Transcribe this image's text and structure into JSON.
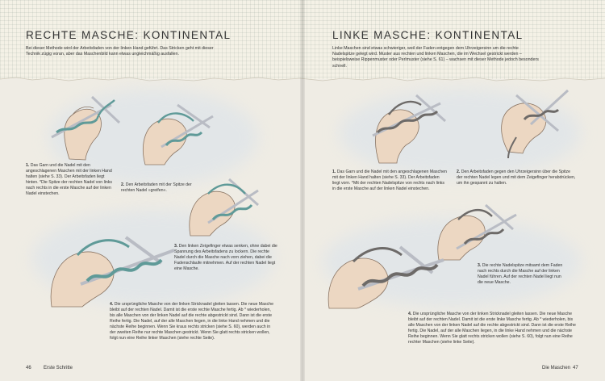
{
  "left_page": {
    "title": "RECHTE MASCHE: KONTINENTAL",
    "intro": "Bei dieser Methode wird der Arbeitsfaden von der linken Hand geführt. Das Stricken geht mit dieser Technik zügig voran, aber das Maschenbild kann etwas ungleichmäßig ausfallen.",
    "steps": [
      {
        "num": "1.",
        "text": "Das Garn und die Nadel mit den angeschlagenen Maschen mit der linken Hand halten (siehe S. 33). Der Arbeitsfaden liegt hinten. *Die Spitze der rechten Nadel von links nach rechts in die erste Masche auf der linken Nadel einstechen."
      },
      {
        "num": "2.",
        "text": "Den Arbeitsfaden mit der Spitze der rechten Nadel »greifen«."
      },
      {
        "num": "3.",
        "text": "Den linken Zeigefinger etwas senken, ohne dabei die Spannung des Arbeitsfadens zu lockern. Die rechte Nadel durch die Masche nach vorn ziehen, dabei die Fadenschlaufe mitnehmen. Auf der rechten Nadel liegt eine Masche."
      },
      {
        "num": "4.",
        "text": "Die ursprüngliche Masche von der linken Stricknadel gleiten lassen. Die neue Masche bleibt auf der rechten Nadel. Damit ist die erste rechte Masche fertig. Ab * wiederholen, bis alle Maschen von der linken Nadel auf die rechte abgestrickt sind. Dann ist die erste Reihe fertig. Die Nadel, auf der alle Maschen liegen, in die linke Hand nehmen und die nächste Reihe beginnen. Wenn Sie kraus rechts stricken (siehe S. 60), werden auch in der zweiten Reihe nur rechte Maschen gestrickt. Wenn Sie glatt rechts stricken wollen, folgt nun eine Reihe linker Maschen (siehe rechte Seite)."
      }
    ],
    "page_number": "46",
    "section": "Erste Schritte"
  },
  "right_page": {
    "title": "LINKE MASCHE: KONTINENTAL",
    "intro": "Linke Maschen sind etwas schwieriger, weil der Faden entgegen dem Uhrzeigersinn um die rechte Nadelspitze gelegt wird. Muster aus rechten und linken Maschen, die im Wechsel gestrickt werden – beispielsweise Rippenmuster oder Perlmuster (siehe S. 61) – wachsen mit dieser Methode jedoch besonders schnell.",
    "steps": [
      {
        "num": "1.",
        "text": "Das Garn und die Nadel mit den angeschlagenen Maschen mit der linken Hand halten (siehe S. 33). Der Arbeitsfaden liegt vorn. *Mit der rechten Nadelspitze von rechts nach links in die erste Masche auf der linken Nadel einstechen."
      },
      {
        "num": "2.",
        "text": "Den Arbeitsfaden gegen den Uhrzeigersinn über die Spitze der rechten Nadel legen und mit dem Zeigefinger herabdrücken, um ihn gespannt zu halten."
      },
      {
        "num": "3.",
        "text": "Die rechte Nadelspitze mitsamt dem Faden nach rechts durch die Masche auf der linken Nadel führen. Auf der rechten Nadel liegt nun die neue Masche."
      },
      {
        "num": "4.",
        "text": "Die ursprüngliche Masche von der linken Stricknadel gleiten lassen. Die neue Masche bleibt auf der rechten Nadel. Damit ist die erste linke Masche fertig. Ab * wiederholen, bis alle Maschen von der linken Nadel auf die rechte abgestrickt sind. Dann ist die erste Reihe fertig. Die Nadel, auf der alle Maschen liegen, in die linke Hand nehmen und die nächste Reihe beginnen. Wenn Sie glatt rechts stricken wollen (siehe S. 60), folgt nun eine Reihe rechter Maschen (siehe linke Seite)."
      }
    ],
    "page_number": "47",
    "section": "Die Maschen"
  },
  "colors": {
    "teal_yarn": "#5f9a98",
    "gray_yarn": "#6d6a68",
    "skin": "#ecd7c2",
    "needle": "#b9bcc4"
  },
  "icons": [
    "knitting-hand-illustration"
  ]
}
